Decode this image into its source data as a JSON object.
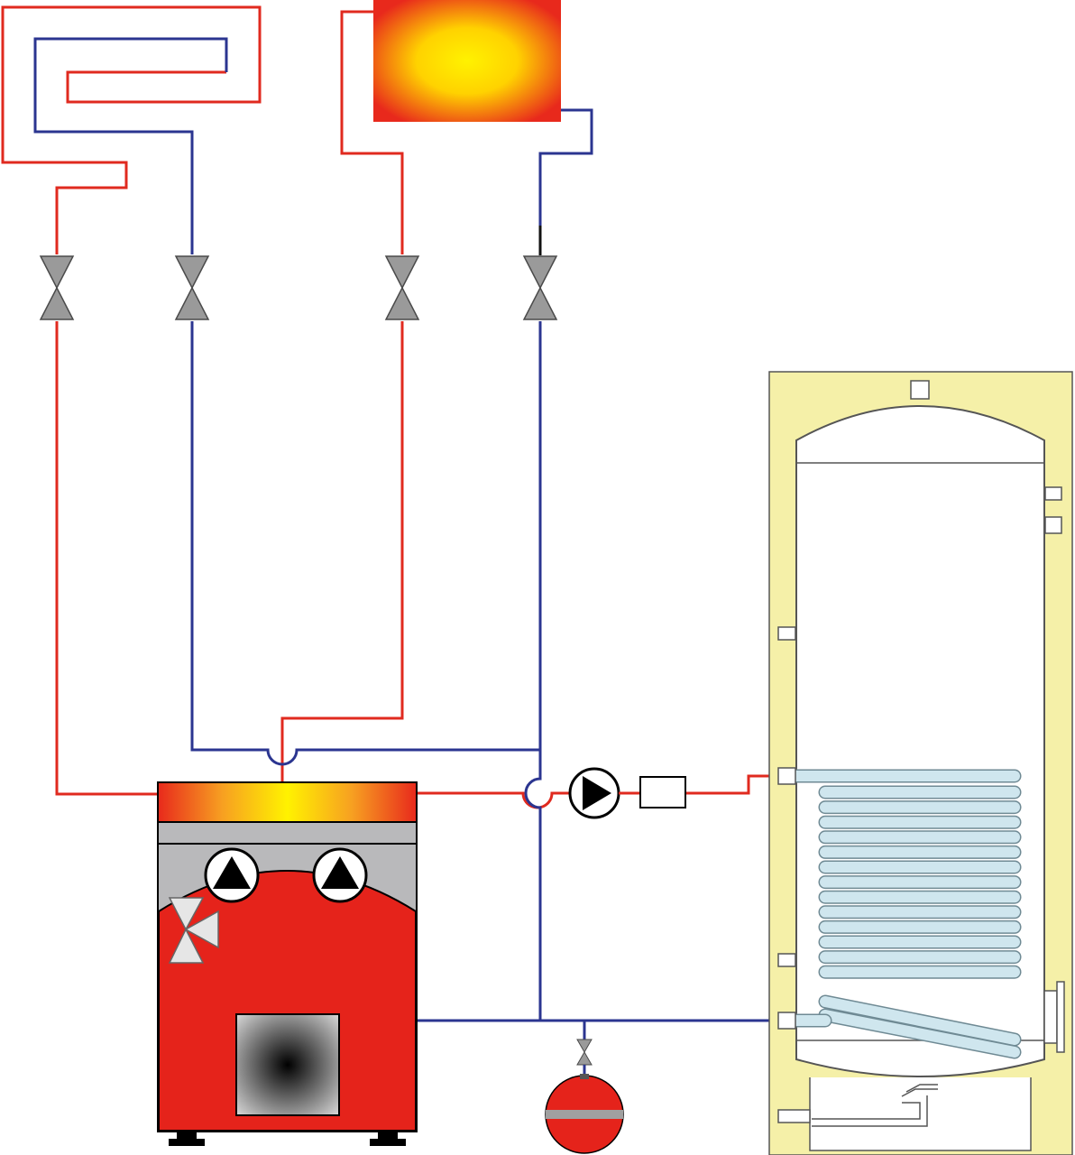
{
  "colors": {
    "hot_pipe": "#e02a1f",
    "cold_pipe": "#2b3590",
    "valve": "#9a9a9a",
    "boiler_red": "#e5231b",
    "boiler_grey": "#b9b9bb",
    "insulation": "#f5f0a8",
    "coil": "#cfe6ee"
  },
  "components": {
    "floor_heating_loop": "floor-heating-coil",
    "radiator": "radiator-panel",
    "shutoff_valves": [
      "valve-floor-supply",
      "valve-floor-return",
      "valve-radiator-supply",
      "valve-radiator-return"
    ],
    "boiler": "solid-fuel-boiler",
    "boiler_pumps": [
      "pump-icon",
      "pump-icon"
    ],
    "mixing_valve": "three-way-valve-icon",
    "dhw_pump": "circulation-pump-icon",
    "check_valve": "check-valve-box",
    "expansion_vessel": "expansion-vessel-icon",
    "hot_water_tank": "indirect-hot-water-tank"
  }
}
